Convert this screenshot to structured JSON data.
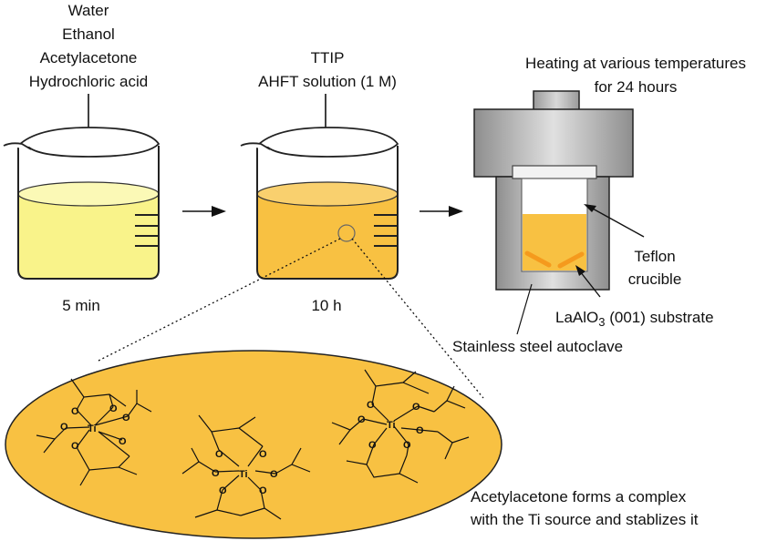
{
  "beaker1": {
    "inputs": [
      "Water",
      "Ethanol",
      "Acetylacetone",
      "Hydrochloric acid"
    ],
    "time": "5 min",
    "liquid_color": "#f9f38a"
  },
  "beaker2": {
    "inputs": [
      "TTIP",
      "AHFT solution (1 M)"
    ],
    "time": "10 h",
    "liquid_color": "#f8c142"
  },
  "autoclave": {
    "heating": [
      "Heating at various temperatures",
      "for 24 hours"
    ],
    "teflon": [
      "Teflon",
      "crucible"
    ],
    "substrate_prefix": "LaAlO",
    "substrate_sub": "3",
    "substrate_suffix": " (001) substrate",
    "steel": "Stainless steel autoclave",
    "substrate_color": "#f59a1d"
  },
  "complex": {
    "caption": [
      "Acetylacetone forms a complex",
      "with the Ti source and stablizes it"
    ],
    "bubble_color": "#f8c142",
    "atom_ti": "Ti",
    "atom_o": "O"
  }
}
